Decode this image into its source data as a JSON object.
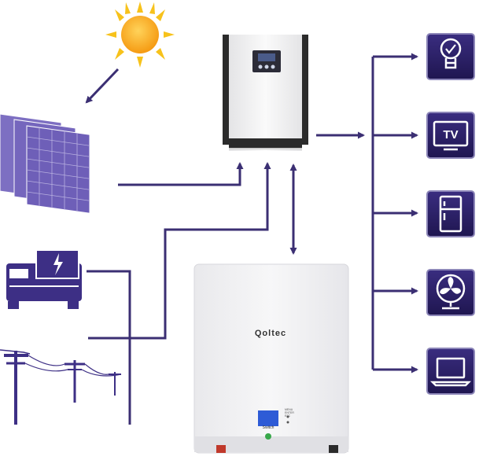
{
  "colors": {
    "line": "#3b2f73",
    "icon_tile": "#2a1f64",
    "icon_border": "#8c86b8",
    "sun": "#f7a21b",
    "sun_ray": "#f7c21b",
    "panel": "#7d6fc2",
    "generator": "#3d2f85",
    "inverter_body": "#f2f2f2",
    "inverter_band": "#2b2b2b",
    "battery_body": "#f4f4f5"
  },
  "battery": {
    "brand": "Qoltec",
    "switch_label": "Switch",
    "menu_labels": [
      "MENU",
      "ENTER",
      "ESC"
    ]
  },
  "devices": [
    {
      "id": "bulb",
      "icon": "light-bulb-icon"
    },
    {
      "id": "tv",
      "icon": "tv-icon",
      "label": "TV"
    },
    {
      "id": "fridge",
      "icon": "fridge-icon"
    },
    {
      "id": "fan",
      "icon": "fan-icon"
    },
    {
      "id": "laptop",
      "icon": "laptop-icon"
    }
  ]
}
